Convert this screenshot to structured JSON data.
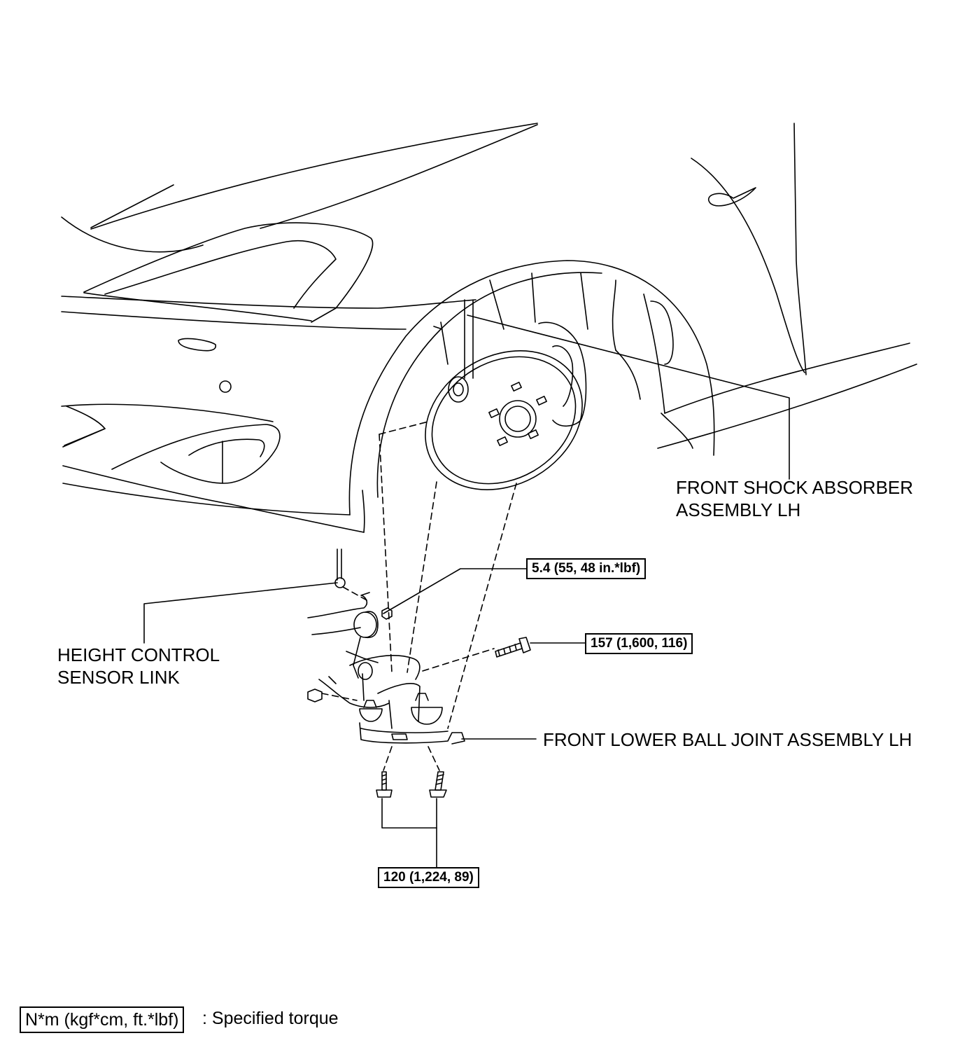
{
  "labels": {
    "shock_absorber_line1": "FRONT SHOCK ABSORBER",
    "shock_absorber_line2": "ASSEMBLY LH",
    "height_sensor_line1": "HEIGHT CONTROL",
    "height_sensor_line2": "SENSOR LINK",
    "ball_joint": "FRONT LOWER BALL JOINT ASSEMBLY LH"
  },
  "torques": {
    "sensor_nut": "5.4 (55, 48 in.*lbf)",
    "knuckle_bolt": "157 (1,600, 116)",
    "arm_bolts": "120 (1,224, 89)"
  },
  "legend": {
    "unit_box": "N*m (kgf*cm, ft.*lbf)",
    "description": ": Specified torque"
  }
}
